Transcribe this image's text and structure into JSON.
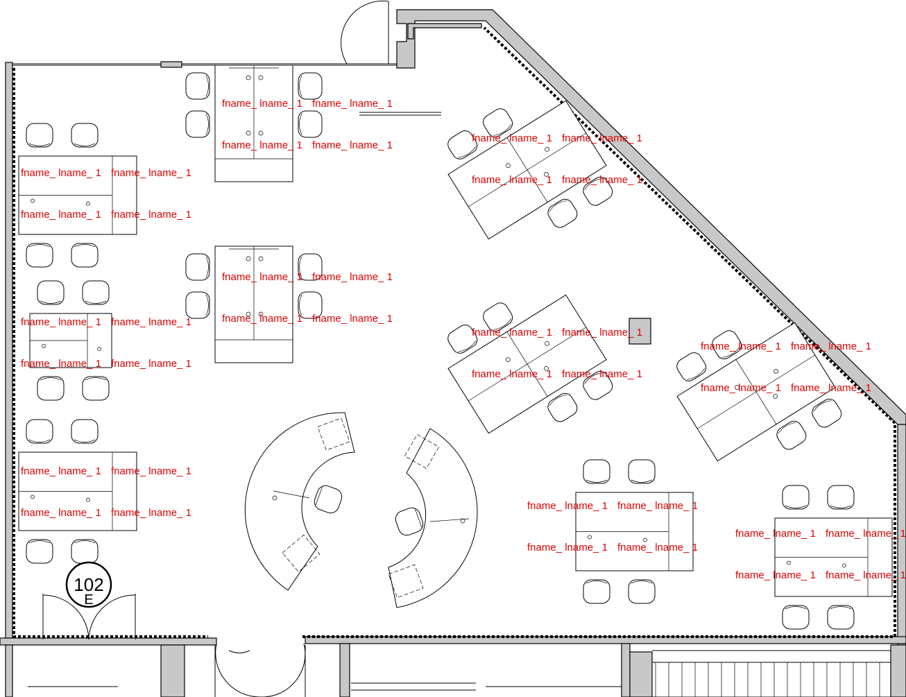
{
  "room": {
    "number": "102",
    "suffix": "E"
  },
  "seat_label": "fname_ lname_ 1",
  "workstations": [
    {
      "id": "w1",
      "labels": [
        "fname_ lname_ 1",
        "fname_ lname_ 1",
        "fname_ lname_ 1",
        "fname_ lname_ 1"
      ]
    },
    {
      "id": "w2",
      "labels": [
        "fname_ lname_ 1",
        "fname_ lname_ 1",
        "fname_ lname_ 1",
        "fname_ lname_ 1"
      ]
    },
    {
      "id": "w3",
      "labels": [
        "fname_ lname_ 1",
        "fname_ lname_ 1",
        "fname_ lname_ 1",
        "fname_ lname_ 1"
      ]
    },
    {
      "id": "w4",
      "labels": [
        "fname_ lname_ 1",
        "fname_ lname_ 1",
        "fname_ lname_ 1",
        "fname_ lname_ 1"
      ]
    },
    {
      "id": "w5",
      "labels": [
        "fname_ lname_ 1",
        "fname_ lname_ 1",
        "fname_ lname_ 1",
        "fname_ lname_ 1"
      ]
    },
    {
      "id": "w6",
      "labels": [
        "fname_ lname_ 1",
        "fname_ lname_ 1",
        "fname_ lname_ 1",
        "fname_ lname_ 1"
      ]
    },
    {
      "id": "w7",
      "labels": [
        "fname_ lname_ 1",
        "fname_ lname_ 1",
        "fname_ lname_ 1",
        "fname_ lname_ 1"
      ]
    },
    {
      "id": "w8",
      "labels": [
        "fname_ lname_ 1",
        "fname_ lname_ 1",
        "fname_ lname_ 1",
        "fname_ lname_ 1"
      ]
    },
    {
      "id": "w9",
      "labels": [
        "fname_ lname_ 1",
        "fname_ lname_ 1",
        "fname_ lname_ 1",
        "fname_ lname_ 1"
      ]
    },
    {
      "id": "w10",
      "labels": [
        "fname_ lname_ 1",
        "fname_ lname_ 1",
        "fname_ lname_ 1",
        "fname_ lname_ 1"
      ]
    },
    {
      "id": "w11",
      "labels": [
        "fname_ lname_ 1",
        "fname_ lname_ 1",
        "fname_ lname_ 1",
        "fname_ lname_ 1"
      ]
    }
  ],
  "colors": {
    "label": "#e00000",
    "wall": "#c8c8c8",
    "line": "#000000"
  }
}
